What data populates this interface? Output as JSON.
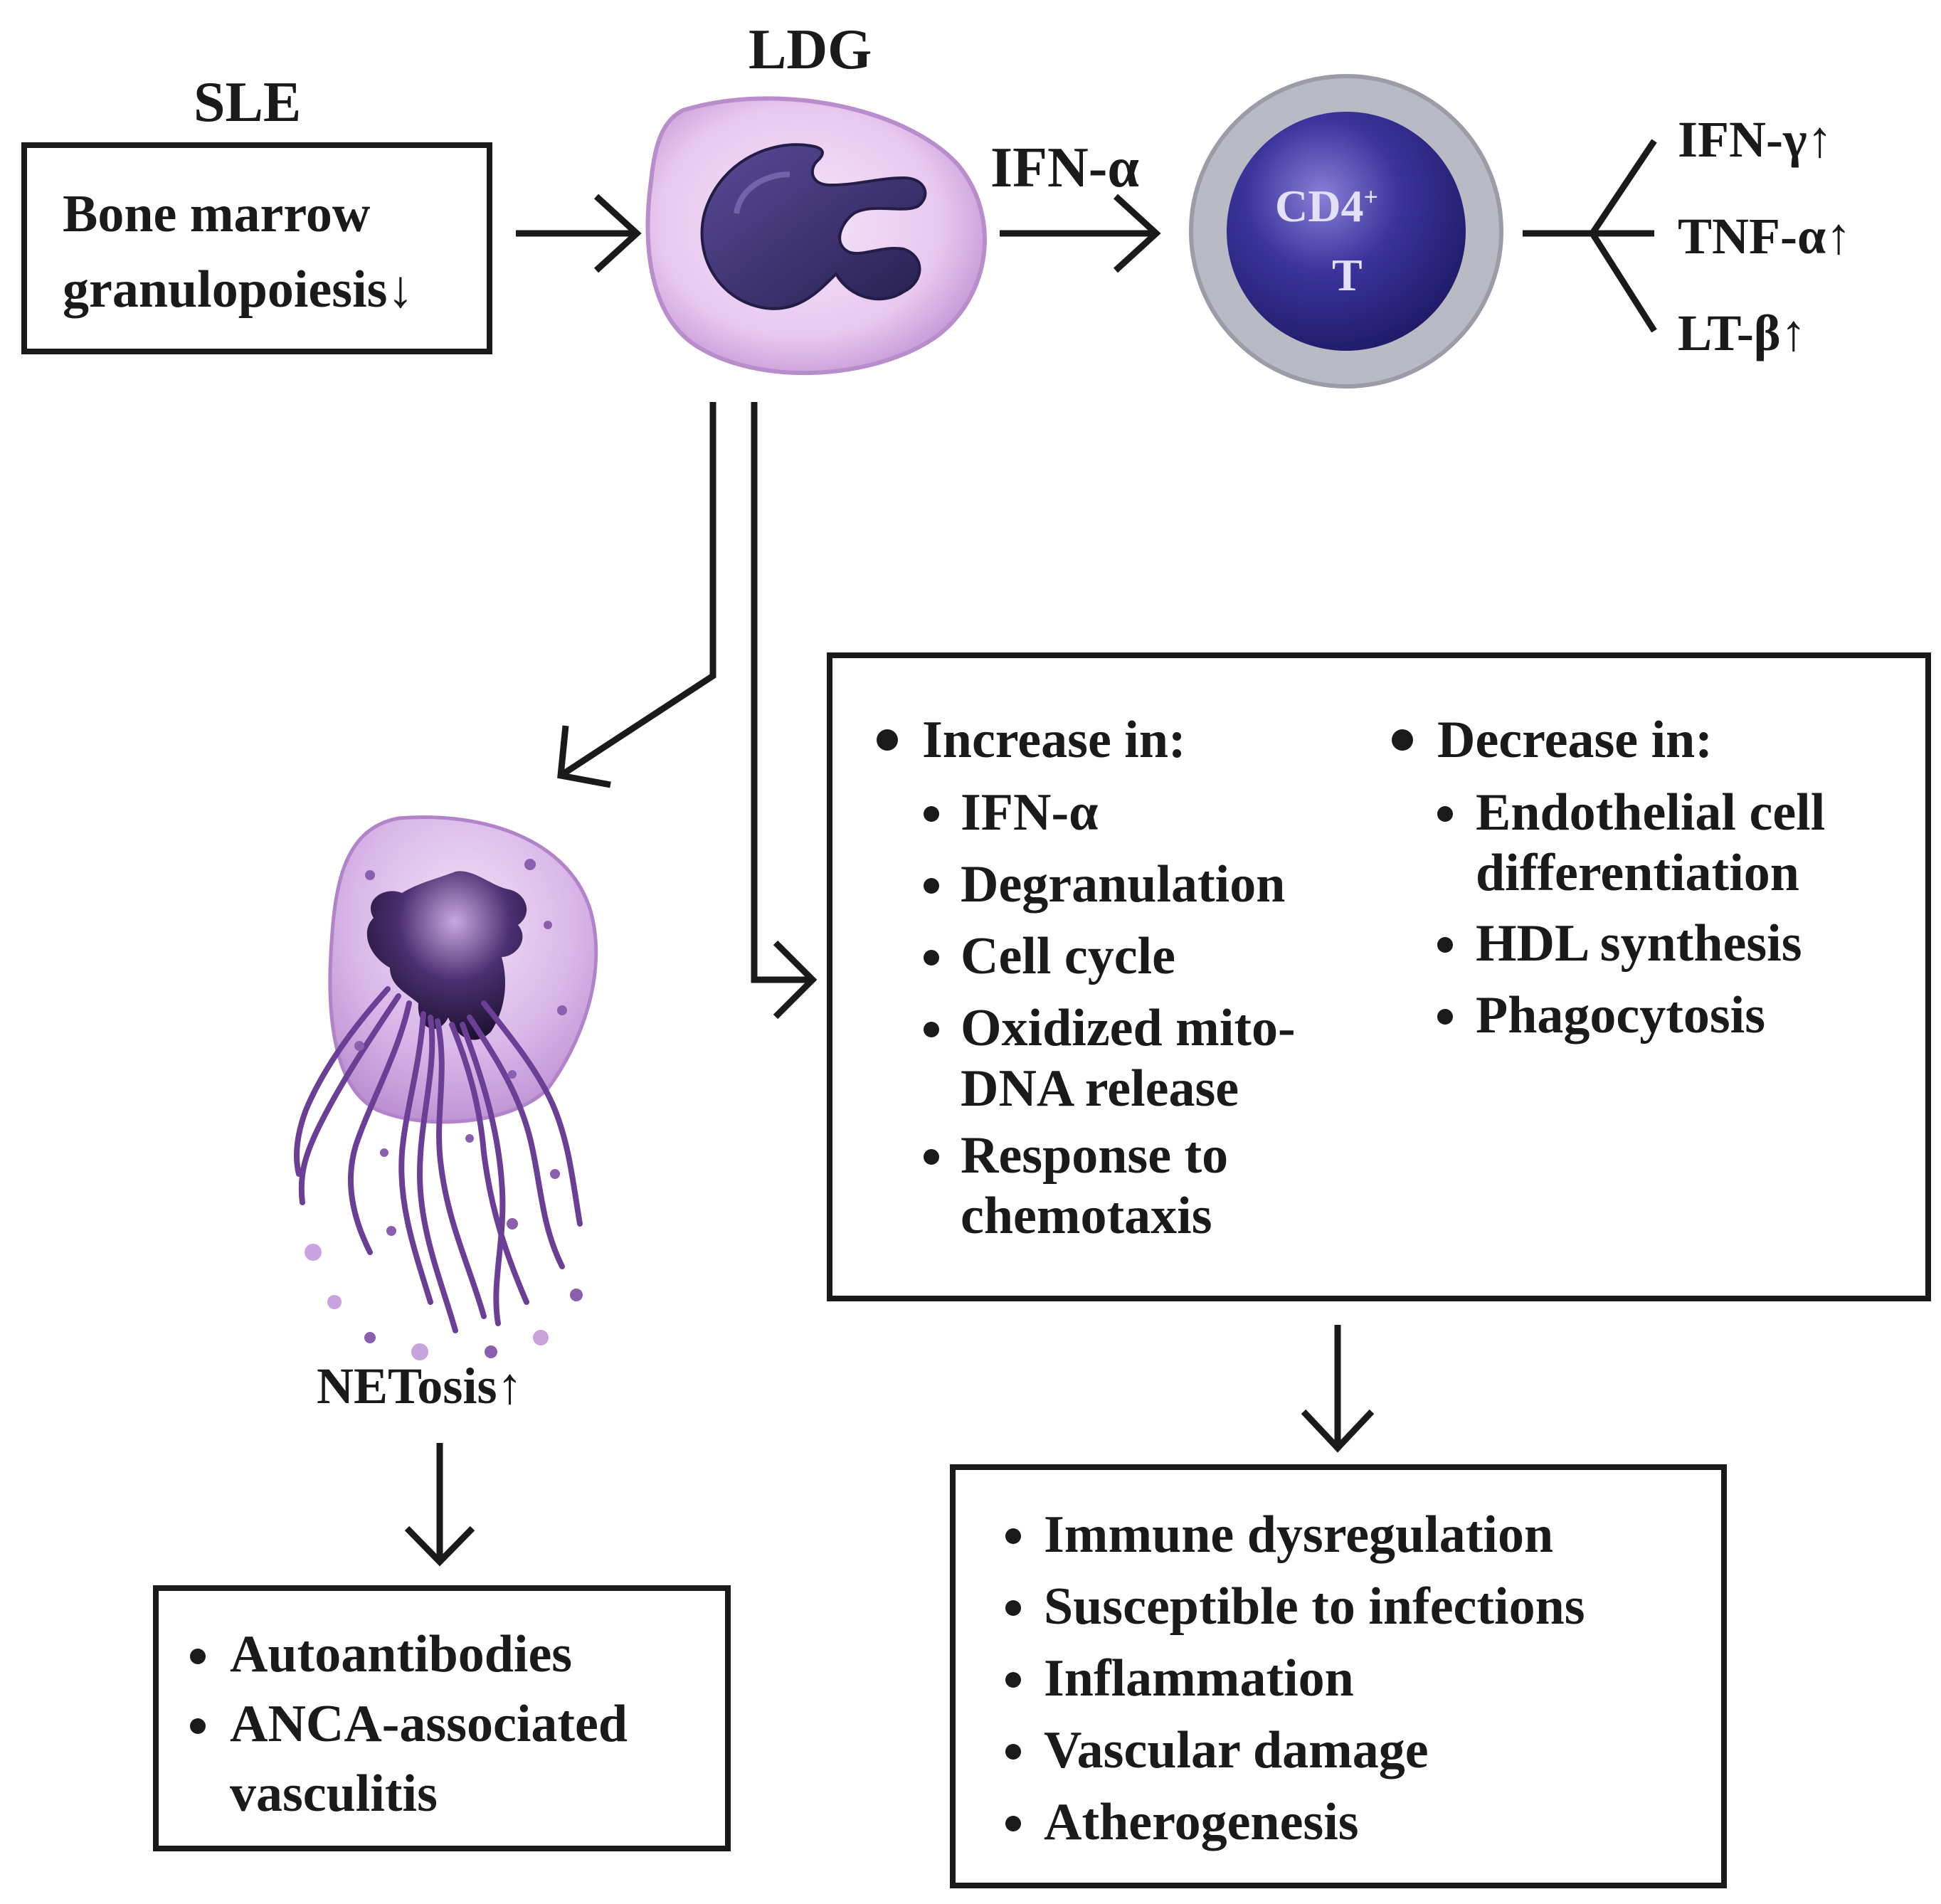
{
  "sle": {
    "title": "SLE",
    "box_line1": "Bone marrow",
    "box_line2": "granulopoiesis↓"
  },
  "ldg": {
    "title": "LDG"
  },
  "ifn_alpha_label": "IFN-α",
  "cd4_cell": {
    "line1": "CD4",
    "sup": "+",
    "line2": "T"
  },
  "cytokines": [
    "IFN-γ↑",
    "TNF-α↑",
    "LT-β↑"
  ],
  "netosis": {
    "label": "NETosis↑",
    "outcomes": [
      "Autoantibodies",
      "ANCA-associated",
      "vasculitis"
    ]
  },
  "changes": {
    "increase_header": "Increase in:",
    "increase_items": [
      "IFN-α",
      "Degranulation",
      "Cell cycle",
      "Oxidized mito-",
      "DNA release",
      "Response to",
      "chemotaxis"
    ],
    "decrease_header": "Decrease in:",
    "decrease_items": [
      "Endothelial cell",
      "differentiation",
      "HDL synthesis",
      "Phagocytosis"
    ]
  },
  "consequences": [
    "Immune dysregulation",
    "Susceptible to infections",
    "Inflammation",
    "Vascular damage",
    "Atherogenesis"
  ],
  "colors": {
    "stroke": "#1a1a1a",
    "ldg_cytoplasm": "#e8c8ef",
    "ldg_nucleus": "#3a2f6e",
    "cd4_ring": "#b9bac4",
    "cd4_core": "#2e2a8a",
    "net_cytoplasm": "#d9b7e8",
    "net_fibers": "#6a3f95"
  }
}
